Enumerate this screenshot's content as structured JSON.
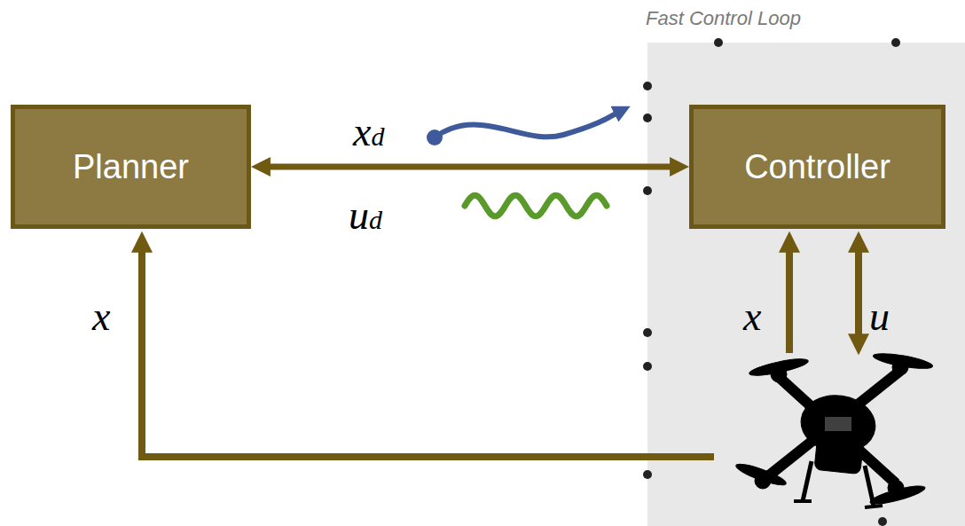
{
  "diagram": {
    "nodes": [
      {
        "text": [
          "Planner"
        ]
      },
      {
        "text": [
          "Fast Control Loop"
        ]
      },
      {
        "text": [
          "Controller"
        ],
        "in": 1
      }
    ],
    "edges": [
      {
        "from": 0,
        "to": 2,
        "arrow": "both"
      }
    ],
    "labels": [
      "xd",
      "ud",
      "x",
      "x",
      "u"
    ]
  }
}
